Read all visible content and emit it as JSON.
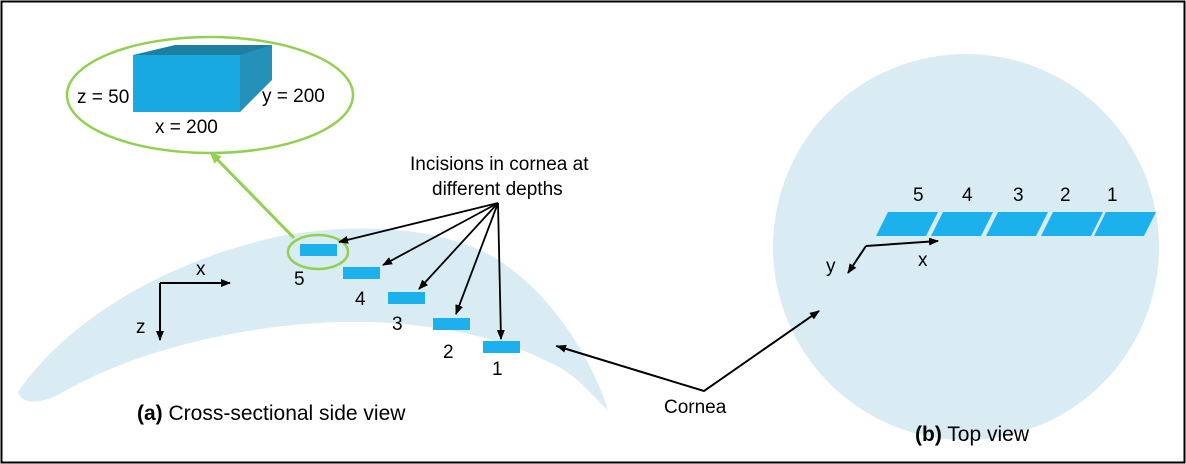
{
  "colors": {
    "cornea_fill": "#d9ecf4",
    "incision_fill": "#1cb0ec",
    "box_top": "#1f7fa2",
    "box_front": "#17a9df",
    "box_side": "#2590b8",
    "highlight": "#92d050",
    "arrow": "#000000"
  },
  "inset": {
    "z_label": "z = 50",
    "y_label": "y = 200",
    "x_label": "x = 200"
  },
  "side_view": {
    "incision_callout": [
      "Incisions in cornea at",
      "different depths"
    ],
    "axis_x": "x",
    "axis_z": "z",
    "depth_labels": [
      "5",
      "4",
      "3",
      "2",
      "1"
    ],
    "caption_prefix": "(a)",
    "caption_text": " Cross-sectional side view"
  },
  "cornea_label": "Cornea",
  "top_view": {
    "incision_labels": [
      "5",
      "4",
      "3",
      "2",
      "1"
    ],
    "axis_x": "x",
    "axis_y": "y",
    "caption_prefix": "(b)",
    "caption_text": " Top view"
  }
}
